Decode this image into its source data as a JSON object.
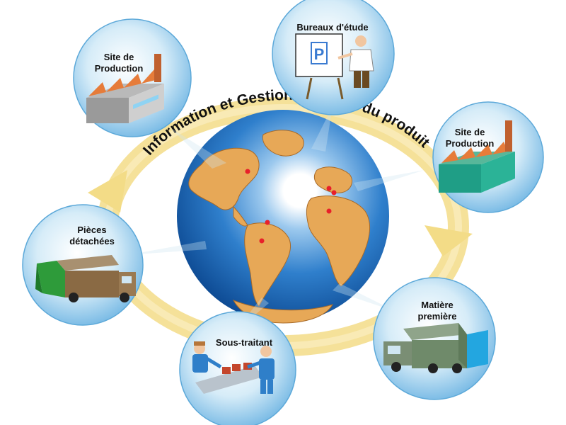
{
  "title": "Information et Gestion multisite du produit",
  "nodes": {
    "site_production_left": {
      "label": "Site de\nProduction",
      "icon": "factory-icon"
    },
    "bureaux_etude": {
      "label": "Bureaux d'étude",
      "icon": "engineer-drawing-board-icon",
      "board_letter": "P"
    },
    "site_production_right": {
      "label": "Site de\nProduction",
      "icon": "factory-icon"
    },
    "matiere_premiere": {
      "label": "Matière\npremière",
      "icon": "delivery-truck-icon"
    },
    "sous_traitant": {
      "label": "Sous-traitant",
      "icon": "workers-conveyor-icon"
    },
    "pieces_detachees": {
      "label": "Pièces\ndétachées",
      "icon": "delivery-truck-icon"
    }
  },
  "colors": {
    "bubble": "#c9e6f6",
    "bubble_edge": "#5da9d9",
    "ring": "#f3dc87",
    "ocean": "#1f6fc4",
    "land": "#e7a857",
    "marker": "#e8202a",
    "factory_left_roof": "#e67c3a",
    "factory_right_wall": "#1f9e86",
    "truck_green": "#2e9b3a",
    "truck_blue": "#23a6e0"
  }
}
